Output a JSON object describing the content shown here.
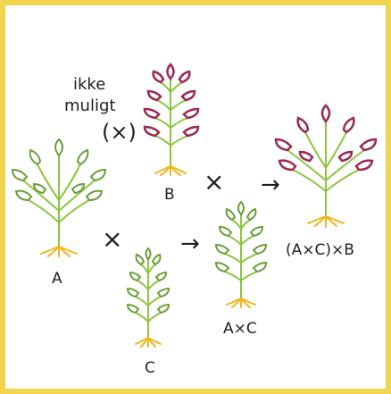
{
  "colors": {
    "border": "#f2d44e",
    "leaf_green": "#6b9e3b",
    "leaf_purple": "#9b2a52",
    "stem": "#8cc63f",
    "root": "#f2b51c",
    "text": "#1f1f1f"
  },
  "labels": {
    "not_possible_line1": "ikke",
    "not_possible_line2": "muligt",
    "not_possible_cross": "(×)",
    "plant_a": "A",
    "plant_b": "B",
    "plant_c": "C",
    "hybrid_ac": "A×C",
    "hybrid_acb": "(A×C)×B"
  },
  "operators": {
    "cross_ab": "×",
    "cross_ac": "×",
    "arrow_ac": "→",
    "arrow_b": "→"
  }
}
